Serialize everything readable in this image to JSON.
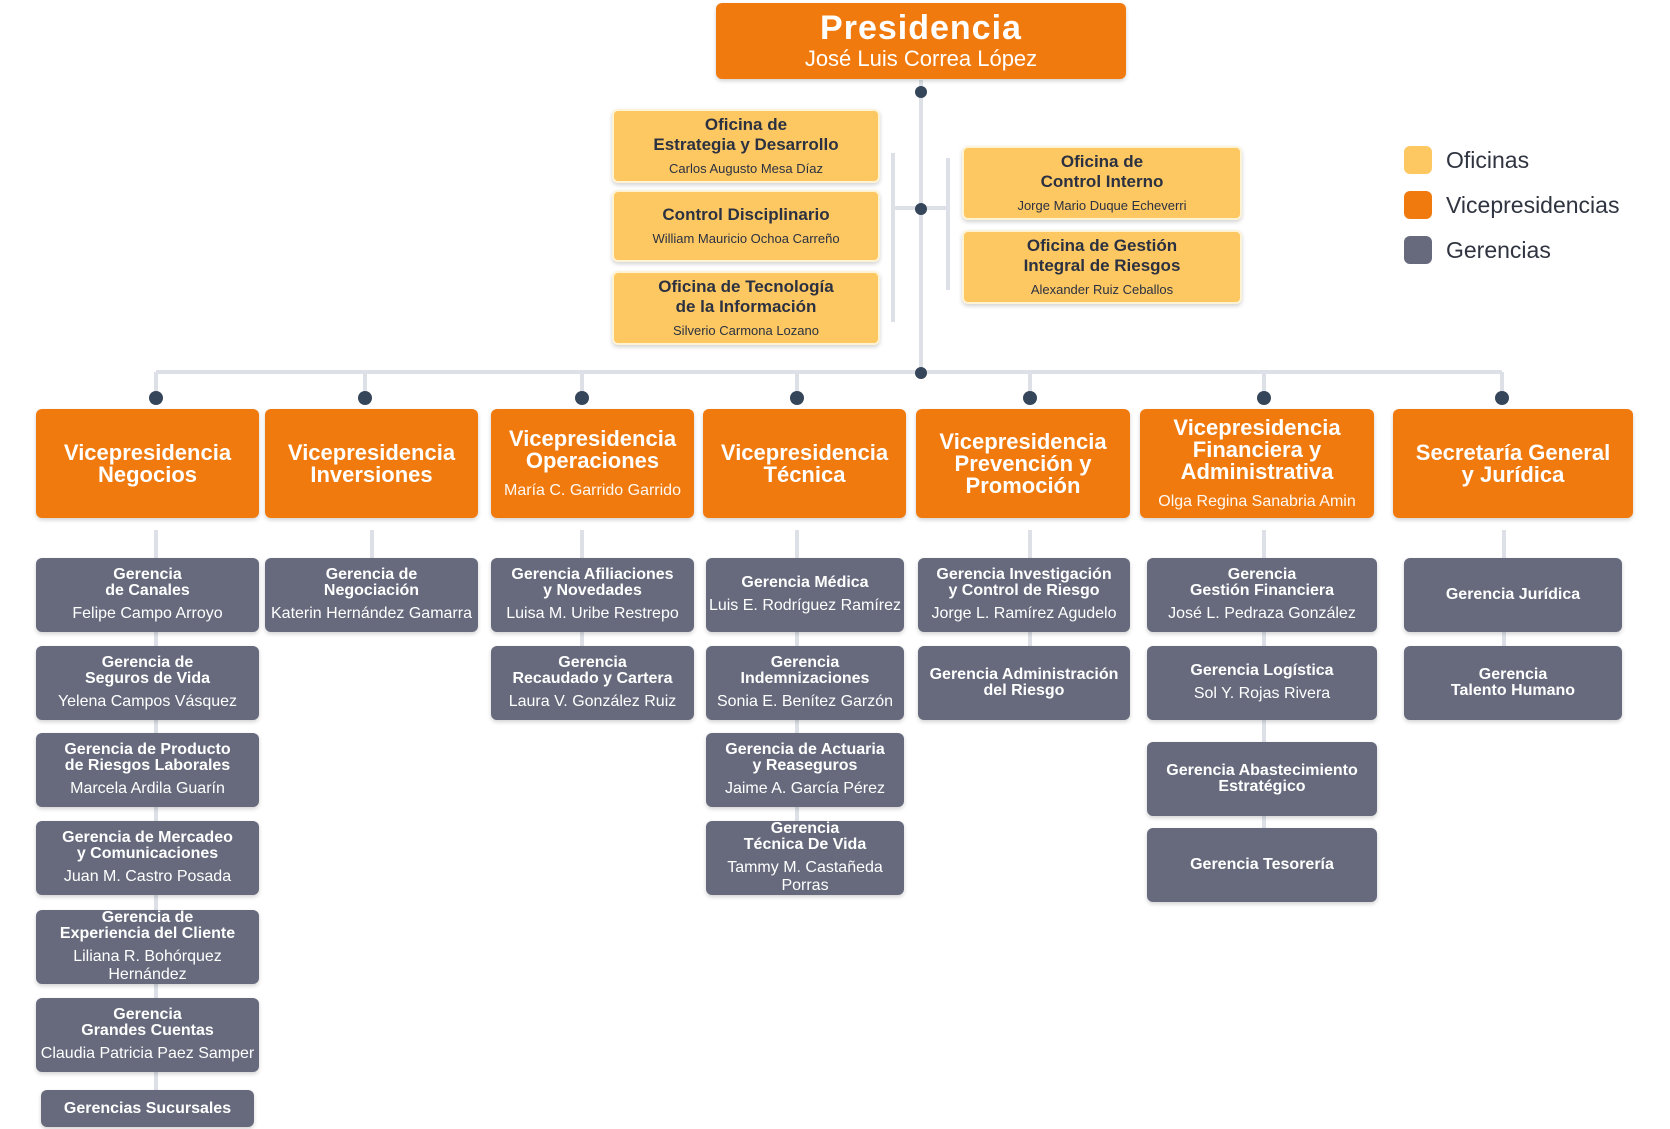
{
  "colors": {
    "office": "#fdc862",
    "vice": "#f07a0d",
    "gerencia": "#666a7c",
    "line": "#dde1e7",
    "dot": "#36465a"
  },
  "presidencia": {
    "title": "Presidencia",
    "name": "José Luis Correa López"
  },
  "offices_left": [
    {
      "title": "Oficina de\nEstrategia y Desarrollo",
      "name": "Carlos Augusto Mesa Díaz"
    },
    {
      "title": "Control Disciplinario",
      "name": "William Mauricio Ochoa Carreño"
    },
    {
      "title": "Oficina de Tecnología\nde la Información",
      "name": "Silverio Carmona Lozano"
    }
  ],
  "offices_right": [
    {
      "title": "Oficina de\nControl Interno",
      "name": "Jorge Mario Duque Echeverri"
    },
    {
      "title": "Oficina de Gestión\nIntegral de Riesgos",
      "name": "Alexander Ruiz Ceballos"
    }
  ],
  "legend": [
    {
      "label": "Oficinas",
      "icon": "office-swatch"
    },
    {
      "label": "Vicepresidencias",
      "icon": "vice-swatch"
    },
    {
      "label": "Gerencias",
      "icon": "gerencia-swatch"
    }
  ],
  "vps": [
    {
      "title": "Vicepresidencia\nNegocios",
      "name": "",
      "gerencias": [
        {
          "title": "Gerencia\nde Canales",
          "name": "Felipe Campo Arroyo"
        },
        {
          "title": "Gerencia de\nSeguros de Vida",
          "name": "Yelena Campos Vásquez"
        },
        {
          "title": "Gerencia de Producto\nde Riesgos Laborales",
          "name": "Marcela Ardila Guarín"
        },
        {
          "title": "Gerencia de Mercadeo\ny Comunicaciones",
          "name": "Juan M. Castro Posada"
        },
        {
          "title": "Gerencia de\nExperiencia del Cliente",
          "name": "Liliana R. Bohórquez Hernández"
        },
        {
          "title": "Gerencia\nGrandes Cuentas",
          "name": "Claudia Patricia Paez Samper"
        },
        {
          "title": "Gerencias Sucursales",
          "name": ""
        }
      ]
    },
    {
      "title": "Vicepresidencia\nInversiones",
      "name": "",
      "gerencias": [
        {
          "title": "Gerencia de\nNegociación",
          "name": "Katerin Hernández Gamarra"
        }
      ]
    },
    {
      "title": "Vicepresidencia\nOperaciones",
      "name": "María C. Garrido Garrido",
      "gerencias": [
        {
          "title": "Gerencia Afiliaciones\ny Novedades",
          "name": "Luisa M. Uribe Restrepo"
        },
        {
          "title": "Gerencia\nRecaudado y Cartera",
          "name": "Laura V. González Ruiz"
        }
      ]
    },
    {
      "title": "Vicepresidencia\nTécnica",
      "name": "",
      "gerencias": [
        {
          "title": "Gerencia Médica",
          "name": "Luis E. Rodríguez Ramírez"
        },
        {
          "title": "Gerencia\nIndemnizaciones",
          "name": "Sonia E. Benítez Garzón"
        },
        {
          "title": "Gerencia de Actuaria\ny Reaseguros",
          "name": "Jaime A. García Pérez"
        },
        {
          "title": "Gerencia\nTécnica De Vida",
          "name": "Tammy M. Castañeda Porras"
        }
      ]
    },
    {
      "title": "Vicepresidencia\nPrevención y\nPromoción",
      "name": "",
      "gerencias": [
        {
          "title": "Gerencia Investigación\ny Control de Riesgo",
          "name": "Jorge L. Ramírez Agudelo"
        },
        {
          "title": "Gerencia Administración\ndel Riesgo",
          "name": ""
        }
      ]
    },
    {
      "title": "Vicepresidencia\nFinanciera y\nAdministrativa",
      "name": "Olga Regina Sanabria Amin",
      "gerencias": [
        {
          "title": "Gerencia\nGestión Financiera",
          "name": "José L. Pedraza González"
        },
        {
          "title": "Gerencia Logística",
          "name": "Sol Y. Rojas Rivera"
        },
        {
          "title": "Gerencia Abastecimiento\nEstratégico",
          "name": ""
        },
        {
          "title": "Gerencia Tesorería",
          "name": ""
        }
      ]
    },
    {
      "title": "Secretaría General\ny Jurídica",
      "name": "",
      "gerencias": [
        {
          "title": "Gerencia Jurídica",
          "name": ""
        },
        {
          "title": "Gerencia\nTalento Humano",
          "name": ""
        }
      ]
    }
  ]
}
